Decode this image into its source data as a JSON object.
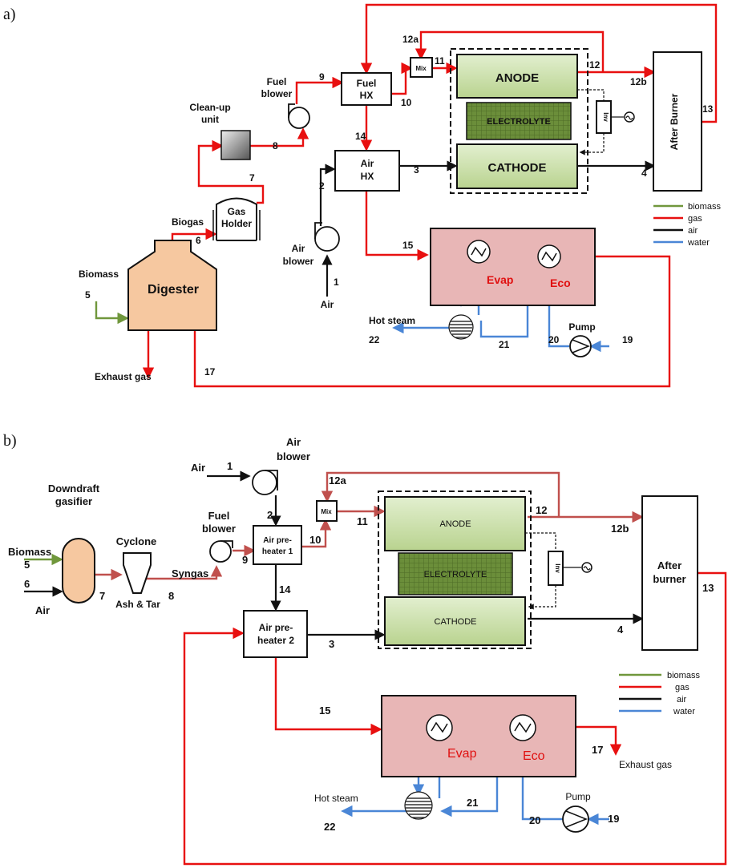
{
  "panels": [
    {
      "tag": "a)",
      "components": {
        "anode": "ANODE",
        "electrolyte": "ELECTROLYTE",
        "cathode": "CATHODE",
        "inverter": "Inv",
        "mix": "Mix",
        "fuel_hx": [
          "Fuel",
          "HX"
        ],
        "air_hx": [
          "Air",
          "HX"
        ],
        "after_burner": "After Burner",
        "fuel_blower": [
          "Fuel",
          "blower"
        ],
        "cleanup": [
          "Clean-up",
          "unit"
        ],
        "gas_holder": [
          "Gas",
          "Holder"
        ],
        "air_blower": [
          "Air",
          "blower"
        ],
        "digester": "Digester",
        "evap": "Evap",
        "eco": "Eco",
        "pump": "Pump"
      },
      "labels": {
        "biomass": "Biomass",
        "biogas": "Biogas",
        "air_in": "Air",
        "hot_steam": "Hot steam",
        "exhaust_gas": "Exhaust gas"
      },
      "streams": [
        "1",
        "2",
        "3",
        "4",
        "5",
        "6",
        "7",
        "8",
        "9",
        "10",
        "11",
        "12",
        "12a",
        "12b",
        "13",
        "14",
        "15",
        "17",
        "19",
        "20",
        "21",
        "22"
      ]
    },
    {
      "tag": "b)",
      "components": {
        "anode": "ANODE",
        "electrolyte": "ELECTROLYTE",
        "cathode": "CATHODE",
        "inverter": "Inv",
        "mix": "Mix",
        "preheater1": [
          "Air pre-",
          "heater 1"
        ],
        "preheater2": [
          "Air pre-",
          "heater 2"
        ],
        "after_burner": [
          "After",
          "burner"
        ],
        "fuel_blower": [
          "Fuel",
          "blower"
        ],
        "air_blower": [
          "Air",
          "blower"
        ],
        "gasifier": [
          "Downdraft",
          "gasifier"
        ],
        "cyclone": "Cyclone",
        "evap": "Evap",
        "eco": "Eco",
        "pump": "Pump"
      },
      "labels": {
        "biomass": "Biomass",
        "air_in_top": "Air",
        "air_in_left": "Air",
        "syngas": "Syngas",
        "ash_tar": "Ash & Tar",
        "hot_steam": "Hot steam",
        "exhaust_gas": "Exhaust gas"
      },
      "streams": [
        "1",
        "2",
        "3",
        "4",
        "5",
        "6",
        "7",
        "8",
        "9",
        "10",
        "11",
        "12",
        "12a",
        "12b",
        "13",
        "14",
        "15",
        "17",
        "19",
        "20",
        "21",
        "22"
      ]
    }
  ],
  "legend": [
    {
      "label": "biomass",
      "color": "#70973c"
    },
    {
      "label": "gas",
      "color": "#e81010"
    },
    {
      "label": "air",
      "color": "#111111"
    },
    {
      "label": "water",
      "color": "#4a86d6"
    }
  ]
}
